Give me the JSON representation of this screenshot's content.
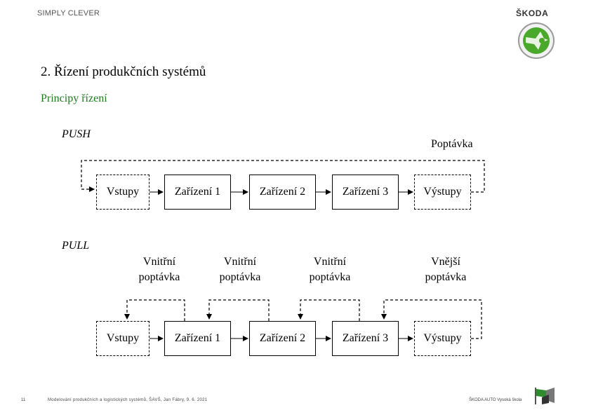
{
  "header": {
    "slogan": "SIMPLY CLEVER",
    "brand": "ŠKODA"
  },
  "title": "2. Řízení produkčních systémů",
  "subtitle": "Principy řízení",
  "push": {
    "label": "PUSH",
    "demand": "Poptávka",
    "nodes": [
      "Vstupy",
      "Zařízení 1",
      "Zařízení 2",
      "Zařízení 3",
      "Výstupy"
    ]
  },
  "pull": {
    "label": "PULL",
    "demands": [
      {
        "line1": "Vnitřní",
        "line2": "poptávka"
      },
      {
        "line1": "Vnitřní",
        "line2": "poptávka"
      },
      {
        "line1": "Vnitřní",
        "line2": "poptávka"
      },
      {
        "line1": "Vnější",
        "line2": "poptávka"
      }
    ],
    "nodes": [
      "Vstupy",
      "Zařízení 1",
      "Zařízení 2",
      "Zařízení 3",
      "Výstupy"
    ]
  },
  "footer": {
    "page": "11",
    "text": "Modelování produkčních a logistických systémů, ŠAVŠ, Jan Fábry, 9. 6. 2021",
    "right": "ŠKODA AUTO Vysoká škola"
  }
}
